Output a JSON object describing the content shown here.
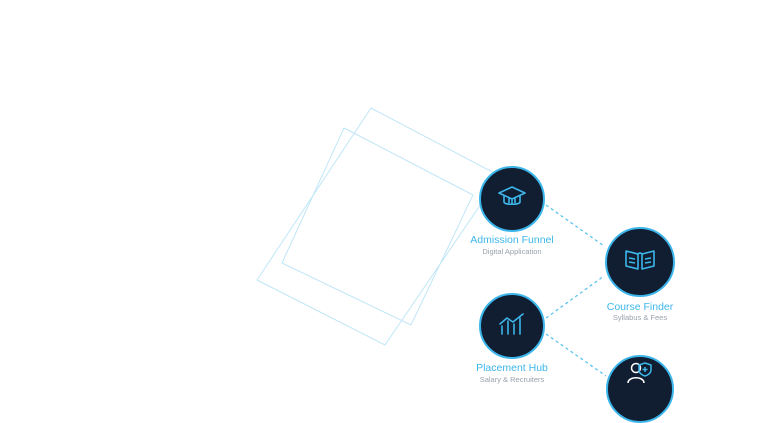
{
  "colors": {
    "accent": "#3cb6ea",
    "node_fill": "#111d30",
    "title_text": "#3cb6ea",
    "subtitle_text": "#9aa3ad",
    "frame_lines": "#bfe6f7",
    "connector": "#5cc4ee"
  },
  "nodes": [
    {
      "title": "Admission Funnel",
      "subtitle": "Digital Application",
      "icon": "graduation-cap-icon"
    },
    {
      "title": "Course Finder",
      "subtitle": "Syllabus & Fees",
      "icon": "open-book-icon"
    },
    {
      "title": "Placement Hub",
      "subtitle": "Salary & Recruiters",
      "icon": "growth-chart-icon"
    },
    {
      "title": "",
      "subtitle": "",
      "icon": "user-shield-icon"
    }
  ]
}
